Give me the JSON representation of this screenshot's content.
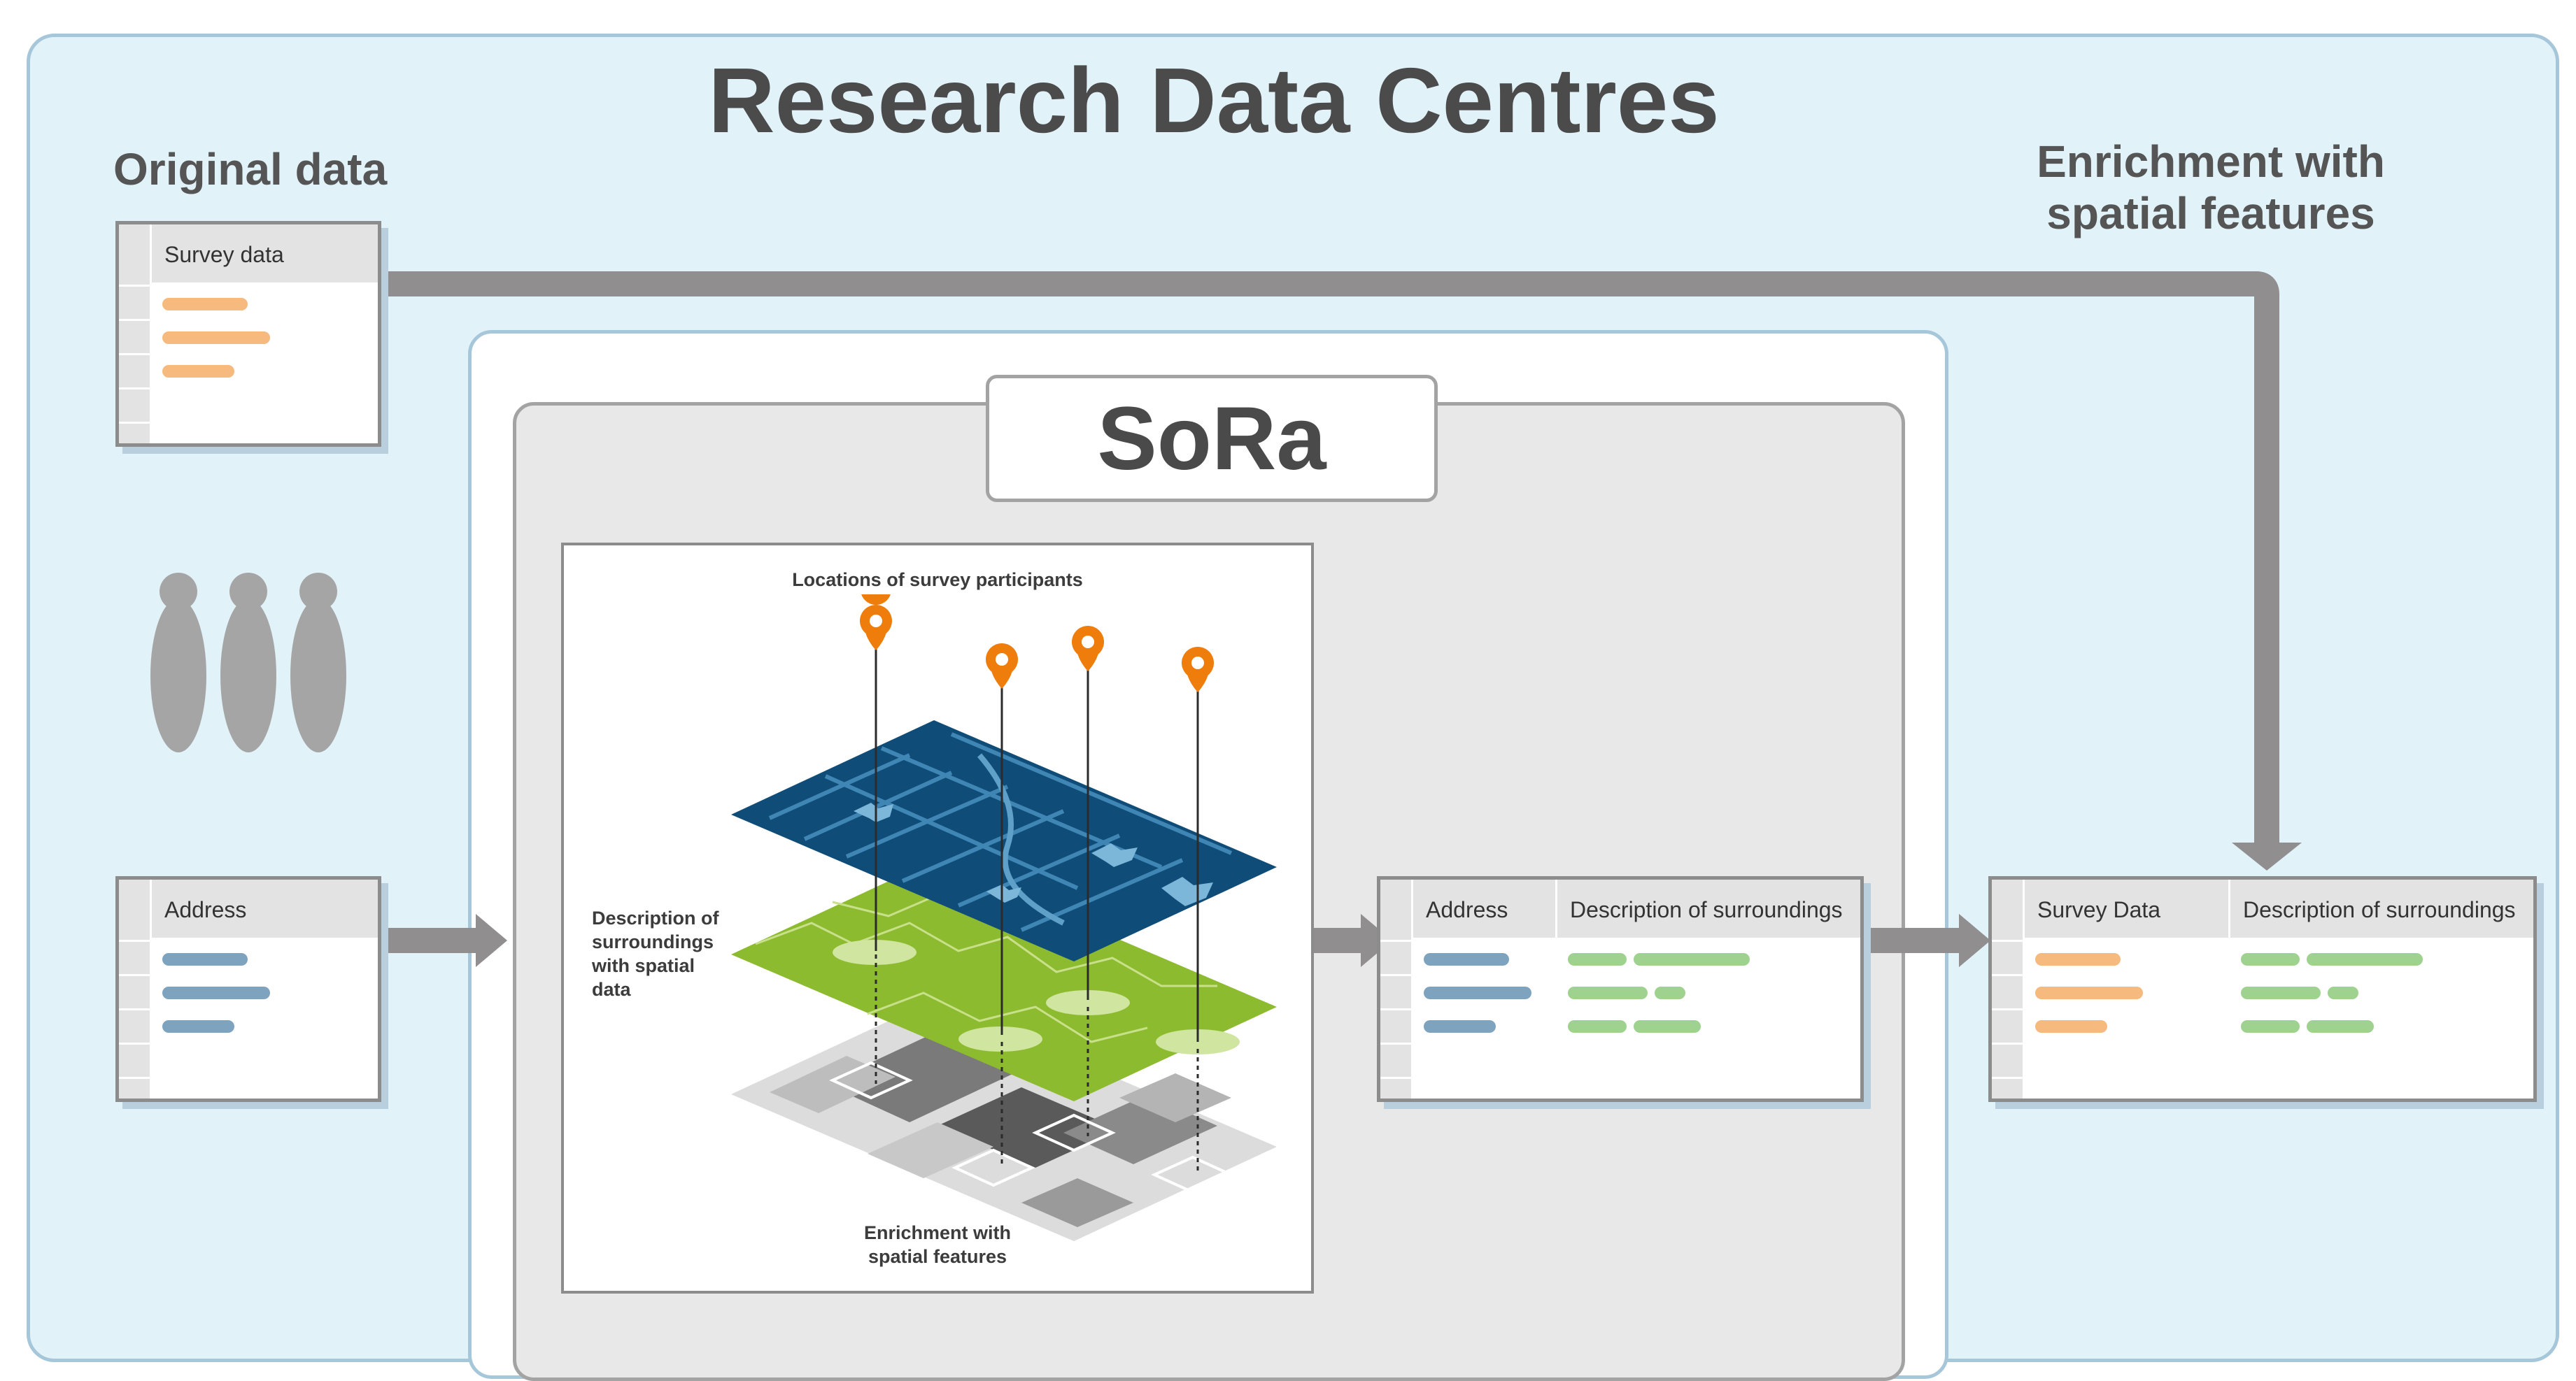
{
  "title": "Research Data Centres",
  "original_data_label": "Original data",
  "enrichment_label_line1": "Enrichment with",
  "enrichment_label_line2": "spatial features",
  "sora_label": "SoRa",
  "survey_table": {
    "header": "Survey data"
  },
  "address_table": {
    "header": "Address"
  },
  "middle_table": {
    "col1": "Address",
    "col2": "Description of surroundings"
  },
  "result_table": {
    "col1": "Survey Data",
    "col2": "Description of surroundings"
  },
  "map": {
    "top_label": "Locations of survey participants",
    "side_label_lines": [
      "Description of",
      "surroundings",
      "with spatial",
      "data"
    ],
    "bottom_label_lines": [
      "Enrichment with",
      "spatial features"
    ]
  },
  "colors": {
    "survey": "#f6b97e",
    "address": "#7ea3be",
    "surroundings": "#9fd28e",
    "pin": "#ef7d0b",
    "map_blue": "#0f4c78",
    "map_green": "#8dbb2f",
    "arrow": "#908e8e"
  },
  "icons": [
    "people-icon",
    "location-pin-icon"
  ]
}
